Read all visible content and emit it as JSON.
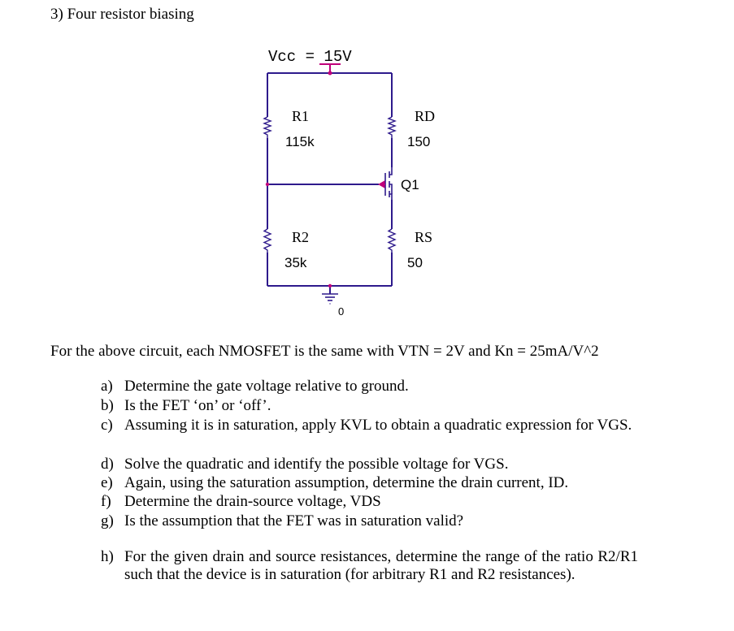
{
  "heading": "3) Four resistor biasing",
  "circuit": {
    "supply": "Vcc = 15V",
    "r1": {
      "name": "R1",
      "value": "115k"
    },
    "r2": {
      "name": "R2",
      "value": "35k"
    },
    "rd": {
      "name": "RD",
      "value": "150"
    },
    "rs": {
      "name": "RS",
      "value": "50"
    },
    "transistor": "Q1",
    "ground": "0",
    "wire_color": "#2e1a8c",
    "node_color": "#c0007a"
  },
  "intro": "For the above circuit, each NMOSFET is the same with VTN = 2V and Kn = 25mA/V^2",
  "questions": [
    {
      "marker": "a)",
      "text": "Determine the gate voltage relative to ground."
    },
    {
      "marker": "b)",
      "text": "Is the FET ‘on’ or ‘off’."
    },
    {
      "marker": "c)",
      "text": "Assuming it is in saturation, apply KVL to obtain a quadratic expression for VGS."
    },
    {
      "marker": "d)",
      "text": "Solve the quadratic and identify the possible voltage for VGS."
    },
    {
      "marker": "e)",
      "text": "Again, using the saturation assumption, determine the drain current, ID."
    },
    {
      "marker": "f)",
      "text": "Determine the drain-source voltage, VDS"
    },
    {
      "marker": "g)",
      "text": "Is the assumption that the FET was in saturation valid?"
    },
    {
      "marker": "h)",
      "text": "For the given drain and source resistances, determine the range of the ratio R2/R1 such that the device is in saturation (for arbitrary R1 and R2 resistances)."
    }
  ]
}
